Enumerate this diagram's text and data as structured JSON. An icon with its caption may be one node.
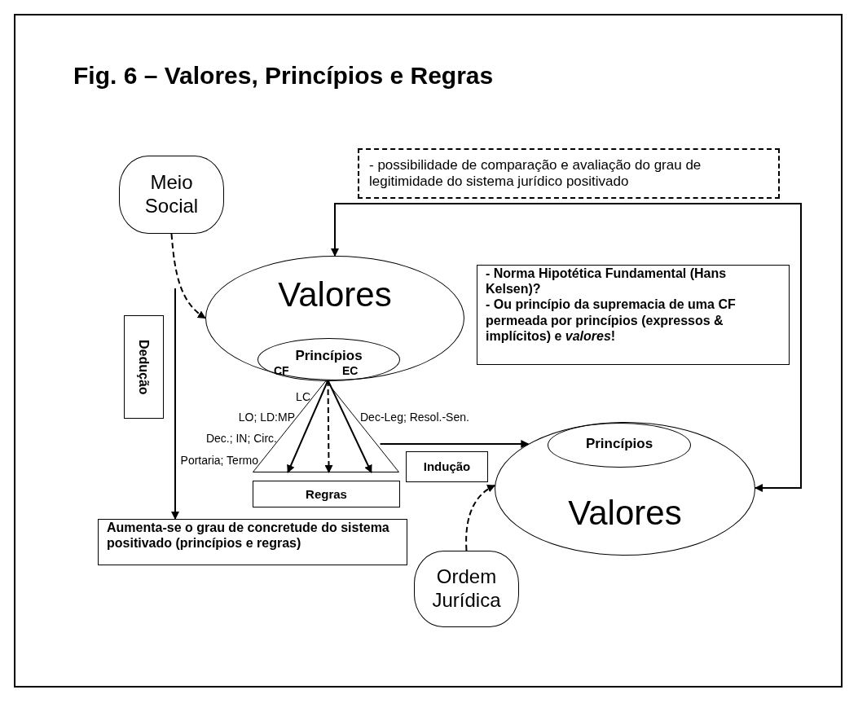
{
  "diagram": {
    "title": "Fig. 6 – Valores, Princípios e Regras",
    "nodes": [
      {
        "text": [
          "Meio Social"
        ]
      },
      {
        "text": [
          "- possibilidade de comparação e avaliação do grau de legitimidade do sistema jurídico positivado"
        ]
      },
      {
        "text": [
          "Valores"
        ]
      },
      {
        "text": [
          "Princípios"
        ],
        "in": 2
      },
      {
        "text": [
          "- Norma Hipotética Fundamental (Hans Kelsen)?",
          "- Ou princípio da supremacia de uma CF permeada por princípios (expressos & implícitos) e *valores*!"
        ]
      },
      {
        "text": [
          "Dedução"
        ]
      },
      {
        "text": [],
        "shape": "triangle"
      },
      {
        "text": [
          "Regras"
        ]
      },
      {
        "text": [
          "Indução"
        ]
      },
      {
        "text": [
          "Aumenta-se o grau de concretude do sistema positivado (princípios e regras)"
        ]
      },
      {
        "text": [
          "Valores"
        ]
      },
      {
        "text": [
          "Princípios"
        ],
        "in": 10
      },
      {
        "text": [
          "Ordem Jurídica"
        ]
      }
    ],
    "edges": [
      {
        "from": 0,
        "to": 2,
        "arrow": "to",
        "style": "dashed"
      },
      {
        "from": 2,
        "to": 10,
        "arrow": "both"
      },
      {
        "from": 3,
        "to": 6,
        "arrow": "to"
      },
      {
        "from": 3,
        "to": 6,
        "arrow": "to",
        "style": "dashed"
      },
      {
        "from": 3,
        "to": 6,
        "arrow": "to"
      },
      {
        "from": 6,
        "to": 10,
        "arrow": "to"
      },
      {
        "from": null,
        "to": 9,
        "arrow": "to"
      },
      {
        "from": 12,
        "to": 10,
        "arrow": "to",
        "style": "dashed"
      }
    ],
    "labels": [
      "CF",
      "EC",
      "LC",
      "LO; LD:MP",
      "Dec-Leg; Resol.-Sen.",
      "Dec.; IN; Circ.",
      "Portaria; Termo"
    ]
  }
}
